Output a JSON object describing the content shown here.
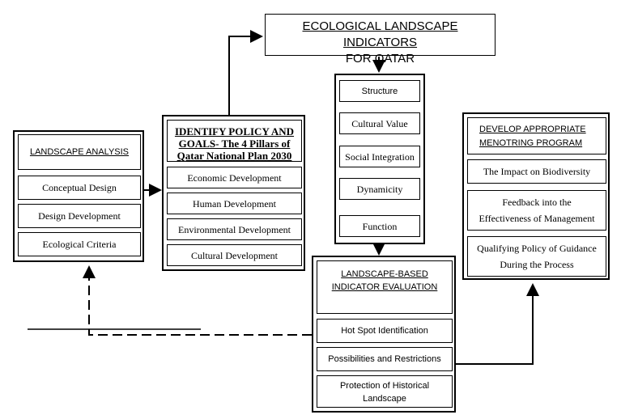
{
  "top": {
    "line1": "ECOLOGICAL LANDSCAPE INDICATORS",
    "line2": "FOR QATAR"
  },
  "landscape_analysis": {
    "title": "LANDSCAPE ANALYSIS",
    "items": [
      "Conceptual Design",
      "Design Development",
      "Ecological Criteria"
    ]
  },
  "policy": {
    "title_line1": "IDENTIFY POLICY AND",
    "title_line2": "GOALS- The 4 Pillars of",
    "title_line3": "Qatar National Plan 2030",
    "items": [
      "Economic Development",
      "Human Development",
      "Environmental Development",
      "Cultural Development"
    ]
  },
  "indicators": {
    "items": [
      "Structure",
      "Cultural Value",
      "Social Integration",
      "Dynamicity",
      "Function"
    ]
  },
  "evaluation": {
    "title_line1": "LANDSCAPE-BASED",
    "title_line2": "INDICATOR EVALUATION",
    "items": [
      "Hot Spot Identification",
      "Possibilities and Restrictions"
    ],
    "protection_line1": "Protection of Historical",
    "protection_line2": "Landscape"
  },
  "monitoring": {
    "title_line1": "DEVELOP APPROPRIATE",
    "title_line2": "MENOTRING PROGRAM",
    "item1": "The Impact on Biodiversity",
    "item2_line1": "Feedback into the",
    "item2_line2": "Effectiveness of Management",
    "item3_line1": "Qualifying Policy of Guidance",
    "item3_line2": "During the Process"
  }
}
